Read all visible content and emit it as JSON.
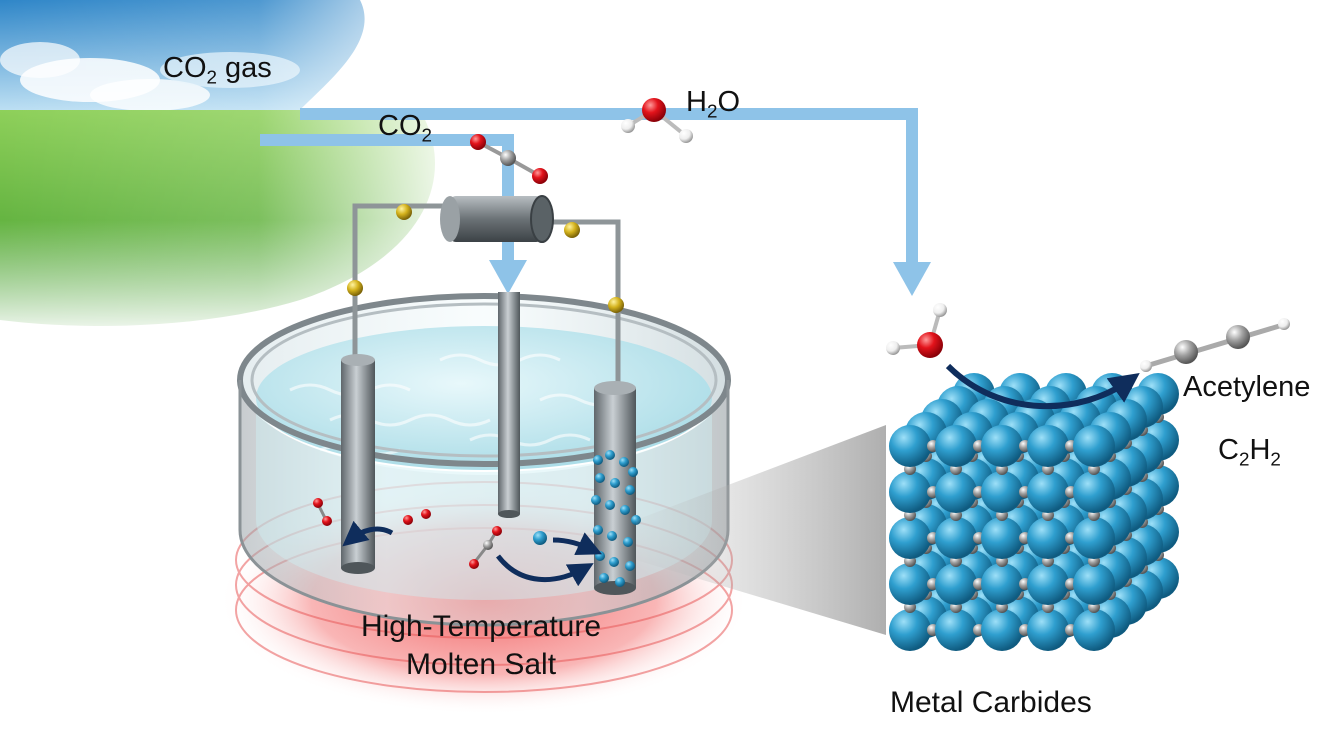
{
  "labels": {
    "co2_gas": {
      "main": "CO",
      "sub": "2",
      "tail": " gas"
    },
    "co2_feed": {
      "main": "CO",
      "sub": "2"
    },
    "h2o_feed": {
      "pre": "H",
      "sub": "2",
      "post": "O"
    },
    "molten_salt_line1": "High-Temperature",
    "molten_salt_line2": "Molten Salt",
    "product_name": "Acetylene",
    "product_formula": {
      "pre": "C",
      "sub1": "2",
      "mid": "H",
      "sub2": "2"
    },
    "cube_caption": "Metal Carbides"
  },
  "colors": {
    "flow_arrow": "#8ec3e8",
    "reaction_arrow": "#0f2d5c",
    "metal_atom": "#2f9fcf",
    "carbon_atom": "#9a9a9a",
    "oxygen_atom": "#e3131b",
    "hydrogen_atom": "#f2f2f2",
    "heater_glow": "#f04848",
    "molten_salt": "#cdeef4",
    "wire_joint": "#d4b21c"
  },
  "icons": [
    "co2-molecule-icon",
    "water-molecule-icon",
    "acetylene-molecule-icon",
    "power-supply-icon"
  ]
}
